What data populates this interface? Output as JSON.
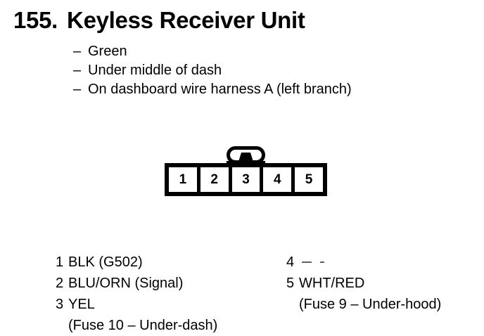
{
  "heading": {
    "number": "155.",
    "title": "Keyless Receiver Unit"
  },
  "bullets": [
    {
      "dash": "–",
      "text": "Green"
    },
    {
      "dash": "–",
      "text": "Under middle of dash"
    },
    {
      "dash": "–",
      "text": "On dashboard wire harness A (left branch)"
    }
  ],
  "connector": {
    "pin_count": 5,
    "pins": [
      "1",
      "2",
      "3",
      "4",
      "5"
    ],
    "latch_position": "top-center-over-pin-3"
  },
  "legend": {
    "left_column": [
      {
        "pin": "1",
        "wire": "BLK (G502)",
        "note": ""
      },
      {
        "pin": "2",
        "wire": "BLU/ORN (Signal)",
        "note": ""
      },
      {
        "pin": "3",
        "wire": "YEL",
        "note": "(Fuse 10 – Under-dash)"
      }
    ],
    "right_column": [
      {
        "pin": "4",
        "wire": "",
        "note": ""
      },
      {
        "pin": "5",
        "wire": "WHT/RED",
        "note": "(Fuse 9 – Under-hood)"
      }
    ]
  },
  "colors": {
    "ink": "#000000",
    "paper": "#ffffff"
  }
}
